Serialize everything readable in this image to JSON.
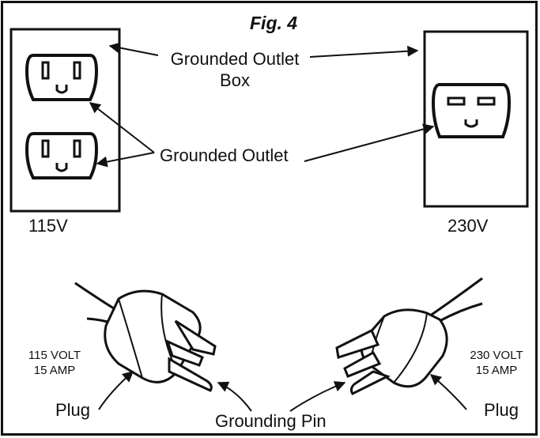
{
  "figure": {
    "title": "Fig. 4"
  },
  "labels": {
    "grounded_outlet_box_line1": "Grounded Outlet",
    "grounded_outlet_box_line2": "Box",
    "grounded_outlet": "Grounded Outlet",
    "voltage_left": "115V",
    "voltage_right": "230V",
    "plug_left_rating_line1": "115 VOLT",
    "plug_left_rating_line2": "15 AMP",
    "plug_right_rating_line1": "230 VOLT",
    "plug_right_rating_line2": "15 AMP",
    "plug_left": "Plug",
    "plug_right": "Plug",
    "grounding_pin": "Grounding Pin"
  }
}
